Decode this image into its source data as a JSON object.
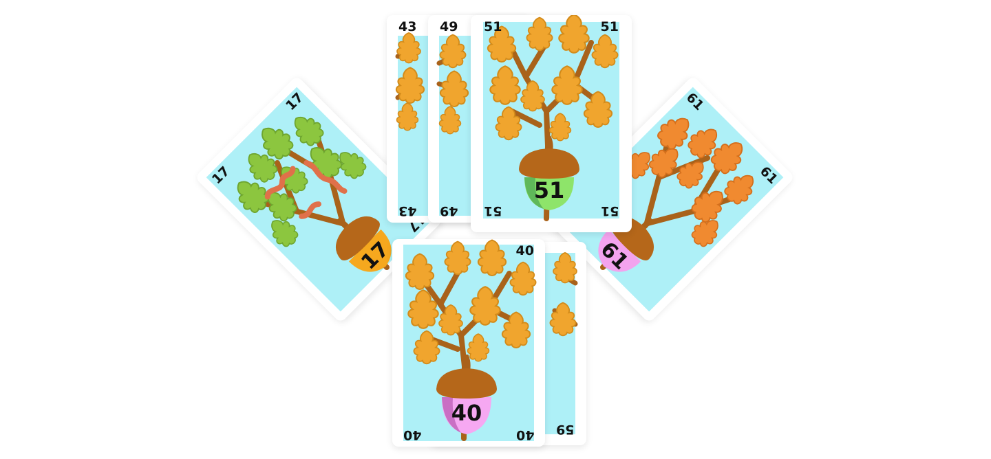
{
  "cards": {
    "c17": {
      "value": "17",
      "face_color": "#f6a81e",
      "leaf_color": "#8cc63f",
      "worms": true
    },
    "c61": {
      "value": "61",
      "face_color": "#f3a3ee",
      "leaf_color": "#f08a30"
    },
    "c43": {
      "value": "43"
    },
    "c49": {
      "value": "49"
    },
    "c51": {
      "value": "51",
      "face_color": "#8ee46a",
      "leaf_color": "#f0a52e"
    },
    "c40": {
      "value": "40",
      "face_color": "#f6a8f2",
      "leaf_color": "#f0a52e"
    },
    "c59": {
      "value": "59"
    }
  },
  "palette": {
    "sky": "#aef0f7",
    "branch": "#a9621a",
    "acorn_cap": "#b5671a",
    "leaf_autumn": "#f0a52e",
    "leaf_green": "#8cc63f",
    "leaf_orange": "#f08a30"
  },
  "icons": [
    "oak-tree-icon",
    "acorn-icon",
    "worm-icon"
  ]
}
